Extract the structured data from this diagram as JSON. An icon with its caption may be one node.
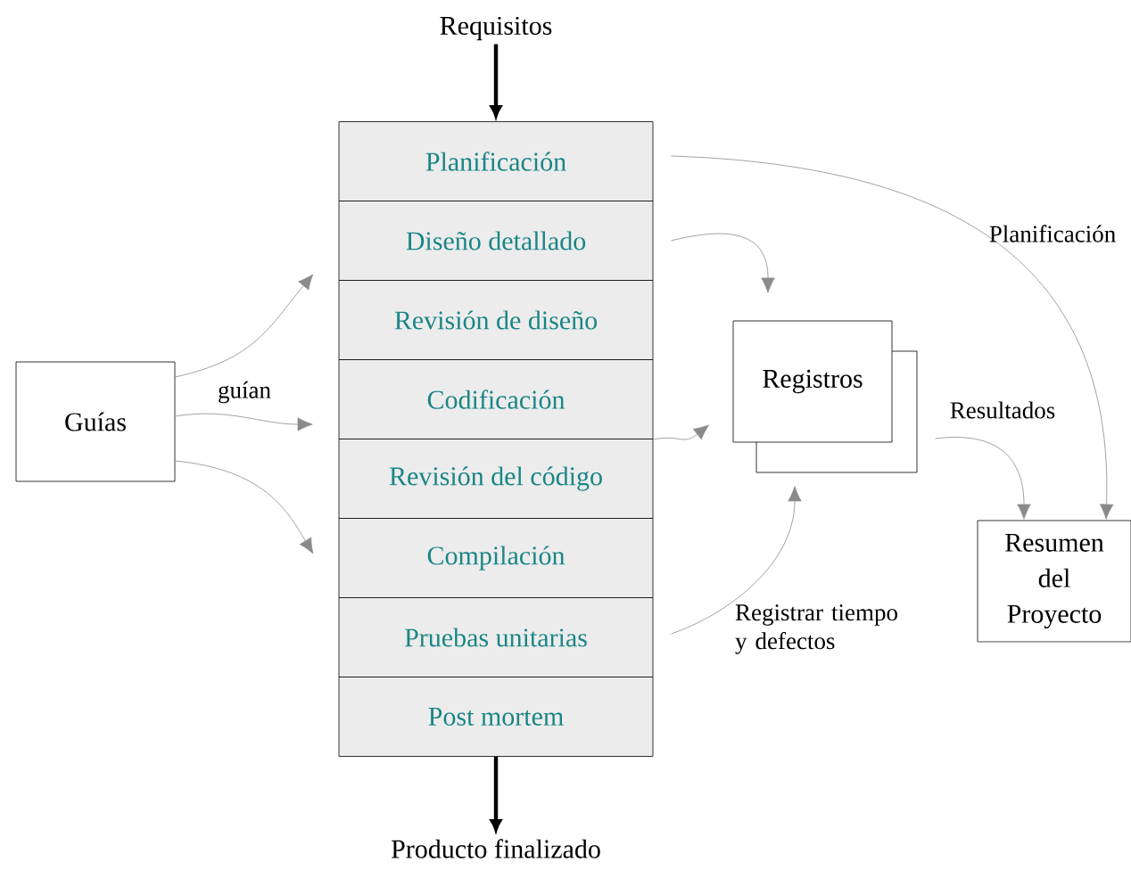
{
  "diagram": {
    "nodes": [
      {
        "text": [
          "Requisitos"
        ]
      },
      {
        "text": [
          "Planificación"
        ]
      },
      {
        "text": [
          "Diseño detallado"
        ]
      },
      {
        "text": [
          "Revisión de diseño"
        ]
      },
      {
        "text": [
          "Codificación"
        ]
      },
      {
        "text": [
          "Revisión del código"
        ]
      },
      {
        "text": [
          "Compilación"
        ]
      },
      {
        "text": [
          "Pruebas unitarias"
        ]
      },
      {
        "text": [
          "Post mortem"
        ]
      },
      {
        "text": [
          "Guías"
        ]
      },
      {
        "text": [
          "Registros"
        ]
      },
      {
        "text": [
          "Resumen del Proyecto"
        ]
      },
      {
        "text": [
          "Producto finalizado"
        ]
      }
    ],
    "edges": [
      {
        "from": 0,
        "to": 1,
        "arrow": "to",
        "style": "thick",
        "color": "#000000"
      },
      {
        "from": 8,
        "to": 12,
        "arrow": "to",
        "style": "thick",
        "color": "#000000"
      },
      {
        "from": 9,
        "to": 2,
        "arrow": "to"
      },
      {
        "from": 9,
        "to": 4,
        "arrow": "to",
        "label": "guían"
      },
      {
        "from": 9,
        "to": 6,
        "arrow": "to"
      },
      {
        "from": 1,
        "to": 11,
        "arrow": "to",
        "label": "Planificación"
      },
      {
        "from": 2,
        "to": 10,
        "arrow": "to"
      },
      {
        "from": 5,
        "to": 10,
        "arrow": "to"
      },
      {
        "from": 7,
        "to": 10,
        "arrow": "to",
        "label": "Registrar tiempo y defectos"
      },
      {
        "from": 10,
        "to": 11,
        "arrow": "to",
        "label": "Resultados"
      }
    ]
  }
}
